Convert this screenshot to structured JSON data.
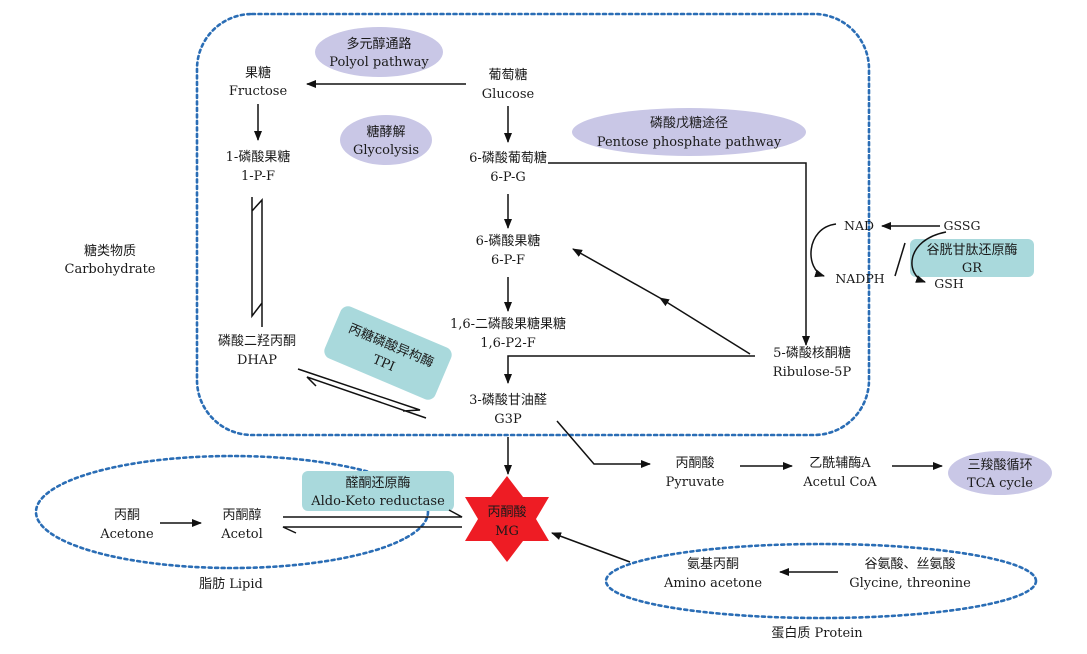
{
  "regions": {
    "carbohydrate": {
      "zh": "糖类物质",
      "en": "Carbohydrate"
    },
    "lipid": {
      "label": "脂肪 Lipid"
    },
    "protein": {
      "label": "蛋白质 Protein"
    }
  },
  "pathways": {
    "polyol": {
      "zh": "多元醇通路",
      "en": "Polyol pathway"
    },
    "glycolysis": {
      "zh": "糖酵解",
      "en": "Glycolysis"
    },
    "pentose": {
      "zh": "磷酸戊糖途径",
      "en": "Pentose phosphate pathway"
    },
    "tca": {
      "zh": "三羧酸循环",
      "en": "TCA cycle"
    }
  },
  "enzymes": {
    "tpi": {
      "zh": "丙糖磷酸异构酶",
      "en": "TPI"
    },
    "akr": {
      "zh": "醛酮还原酶",
      "en": "Aldo-Keto reductase"
    },
    "gr": {
      "zh": "谷胱甘肽还原酶",
      "en": "GR"
    }
  },
  "metabolites": {
    "fructose": {
      "zh": "果糖",
      "en": "Fructose"
    },
    "glucose": {
      "zh": "葡萄糖",
      "en": "Glucose"
    },
    "f1p": {
      "zh": "1-磷酸果糖",
      "en": "1-P-F"
    },
    "g6p": {
      "zh": "6-磷酸葡萄糖",
      "en": "6-P-G"
    },
    "f6p": {
      "zh": "6-磷酸果糖",
      "en": "6-P-F"
    },
    "f16p2": {
      "zh": "1,6-二磷酸果糖果糖",
      "en": "1,6-P2-F"
    },
    "dhap": {
      "zh": "磷酸二羟丙酮",
      "en": "DHAP"
    },
    "g3p": {
      "zh": "3-磷酸甘油醛",
      "en": "G3P"
    },
    "ribulose": {
      "zh": "5-磷酸核酮糖",
      "en": "Ribulose-5P"
    },
    "pyruvate": {
      "zh": "丙酮酸",
      "en": "Pyruvate"
    },
    "acetylcoa": {
      "zh": "乙酰辅酶A",
      "en": "Acetul CoA"
    },
    "acetone": {
      "zh": "丙酮",
      "en": "Acetone"
    },
    "acetol": {
      "zh": "丙酮醇",
      "en": "Acetol"
    },
    "mg": {
      "zh": "丙酮酸",
      "en": "MG"
    },
    "aminoacetone": {
      "zh": "氨基丙酮",
      "en": "Amino acetone"
    },
    "glycine": {
      "zh": "谷氨酸、丝氨酸",
      "en": "Glycine, threonine"
    }
  },
  "cofactors": {
    "nad": "NAD",
    "nadph": "NADPH",
    "gssg": "GSSG",
    "gsh": "GSH"
  },
  "colors": {
    "dashed_border": "#2a6db5",
    "pathway_fill": "#c9c7e6",
    "enzyme_fill": "#a9d9dc",
    "mg_star": "#ee1c24"
  }
}
